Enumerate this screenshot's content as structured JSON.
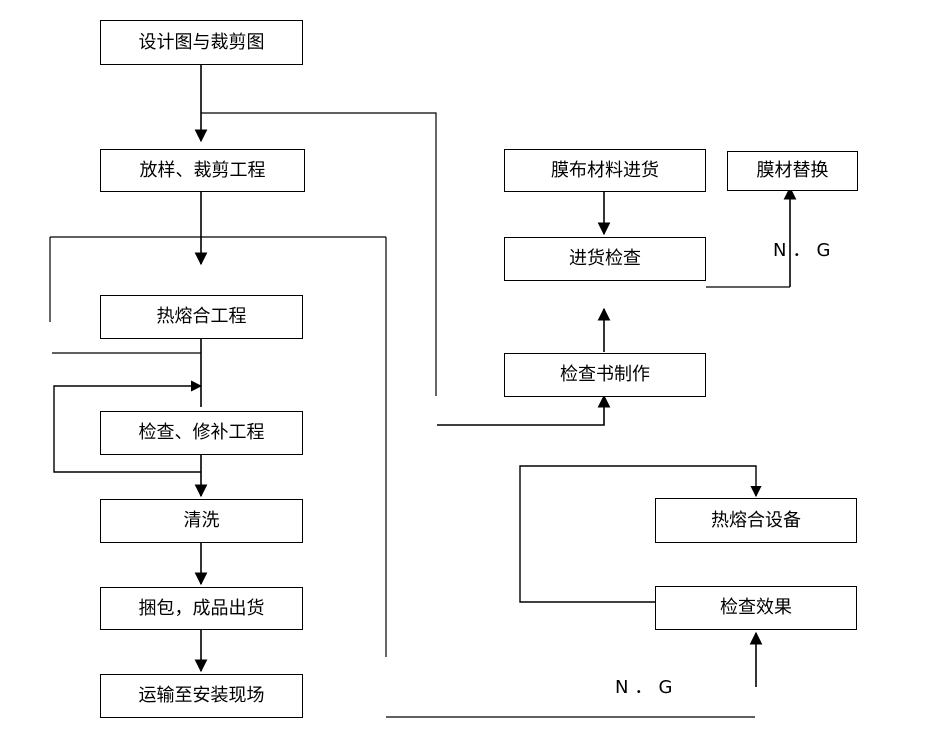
{
  "flowchart": {
    "left_column": {
      "design_drawing": "设计图与裁剪图",
      "layout_cutting": "放样、裁剪工程",
      "heat_fusion": "热熔合工程",
      "inspection_repair": "检查、修补工程",
      "cleaning": "清洗",
      "packing_shipping": "捆包，成品出货",
      "transport_site": "运输至安装现场"
    },
    "right_column": {
      "membrane_incoming": "膜布材料进货",
      "material_replace": "膜材替换",
      "incoming_inspection": "进货检查",
      "inspection_doc": "检查书制作",
      "fusion_equipment": "热熔合设备",
      "inspection_effect": "检查效果"
    },
    "ng_label_top": "N．G",
    "ng_label_bottom": "N．G"
  }
}
